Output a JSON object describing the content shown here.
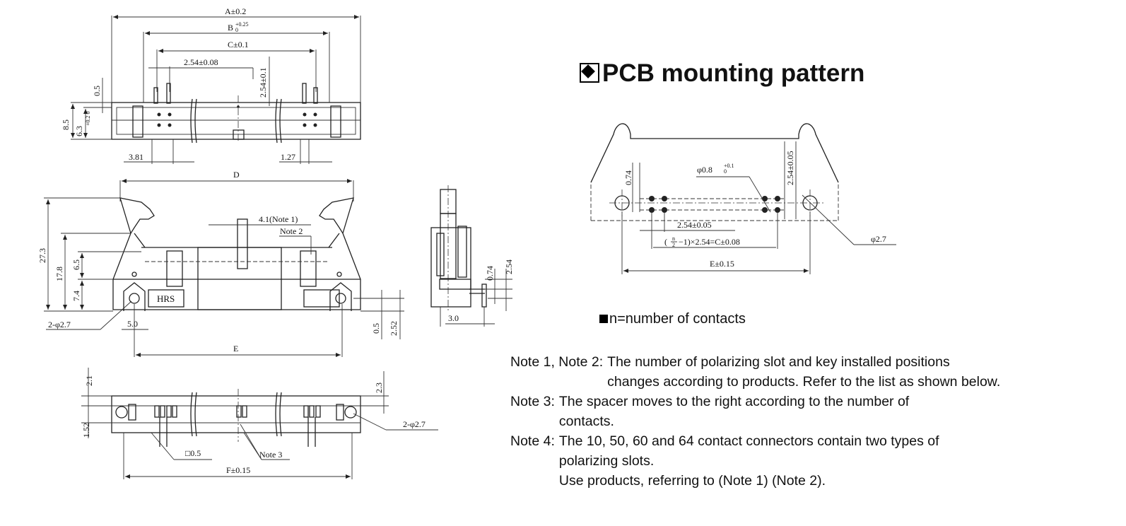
{
  "labels": {
    "dim_a": "A±0.2",
    "dim_b": "B",
    "dim_b_tol_upper": "+0.25",
    "dim_b_tol_lower": "0",
    "dim_c": "C±0.1",
    "dim_pitch_top": "2.54±0.08",
    "dim_row_pitch": "2.54±0.1",
    "dim_0_5_top": "0.5",
    "dim_8_5": "8.5",
    "dim_6_3": "6.3",
    "dim_6_3_tol": "+0.2 0",
    "dim_3_81": "3.81",
    "dim_1_27": "1.27",
    "dim_d": "D",
    "dim_4_1": "4.1(Note 1)",
    "note2_callout": "Note 2",
    "dim_27_3": "27.3",
    "dim_17_8": "17.8",
    "dim_6_5": "6.5",
    "dim_7_4": "7.4",
    "hole_front": "2-φ2.7",
    "dim_5_0": "5.0",
    "dim_e_front": "E",
    "dim_0_5_front": "0.5",
    "dim_2_52": "2.52",
    "brand_mark": "HRS",
    "dim_0_74_side": "0.74",
    "dim_2_54_side": "2.54",
    "dim_3_0": "3.0",
    "dim_2_1": "2.1",
    "dim_2_3": "2.3",
    "dim_1_52": "1.52",
    "hole_bottom": "2-φ2.7",
    "dim_sq_0_5": "□0.5",
    "note3_callout": "Note 3",
    "dim_f": "F±0.15"
  },
  "pcb": {
    "title": "PCB mounting pattern",
    "dim_0_74": "0.74",
    "hole_small": "φ0.8",
    "hole_small_tol_upper": "+0.1",
    "hole_small_tol_lower": "0",
    "dim_2_54_vert": "2.54±0.05",
    "dim_2_54_horiz": "2.54±0.05",
    "formula_prefix": "(",
    "formula_num": "n",
    "formula_den": "2",
    "formula_suffix": "−1)×2.54=C±0.08",
    "dim_e": "E±0.15",
    "hole_large": "φ2.7"
  },
  "legend": {
    "n_def": "n=number of contacts"
  },
  "notes": [
    {
      "label": "Note 1, Note 2:",
      "text": "The number of polarizing slot and key installed positions",
      "cont": [
        "changes according to products. Refer to the list as shown below."
      ]
    },
    {
      "label": "Note 3:",
      "text": "The spacer moves to the right according to the number of",
      "cont": [
        "contacts."
      ]
    },
    {
      "label": "Note 4:",
      "text": "The 10, 50, 60 and 64 contact connectors contain two types of",
      "cont": [
        "polarizing slots.",
        "Use products, referring to (Note 1) (Note 2)."
      ]
    }
  ]
}
